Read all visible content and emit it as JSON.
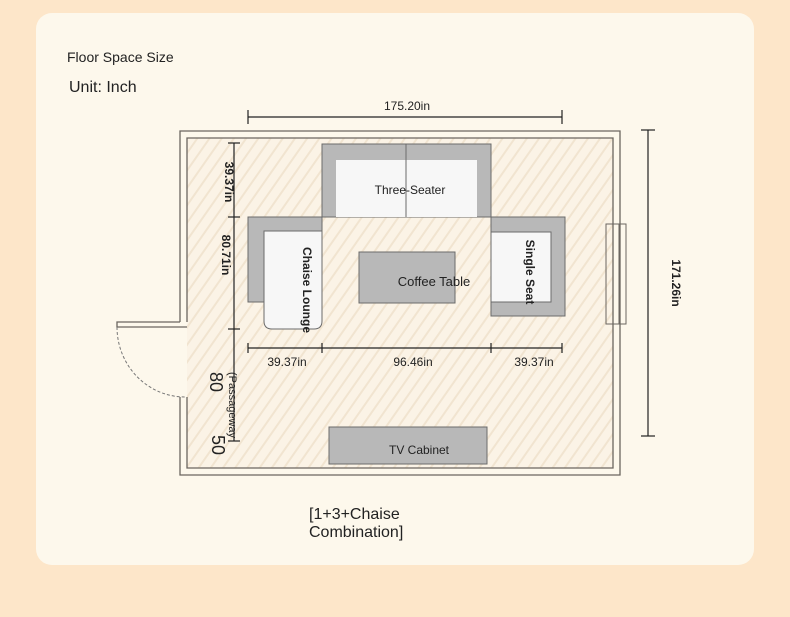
{
  "header": {
    "title": "Floor Space Size",
    "unit": "Unit: Inch"
  },
  "dimensions": {
    "room_width": "175.20in",
    "room_depth": "171.26in",
    "left_top": "39.37in",
    "left_middle": "80.71in",
    "passageway_label": "(Passageway",
    "passageway_num_a": "80",
    "passageway_num_b": "50",
    "bottom_left": "39.37in",
    "bottom_middle": "96.46in",
    "bottom_right": "39.37in"
  },
  "furniture": {
    "three_seater": "Three-Seater",
    "chaise": "Chaise Lounge",
    "coffee_table": "Coffee Table",
    "single_seat": "Single Seat",
    "tv_cabinet": "TV Cabinet"
  },
  "caption": "[1+3+Chaise Combination]",
  "colors": {
    "background": "#fde6c9",
    "card": "#fdf8ec",
    "furniture_gray": "#b8b8b8",
    "wall": "#6b6660"
  }
}
